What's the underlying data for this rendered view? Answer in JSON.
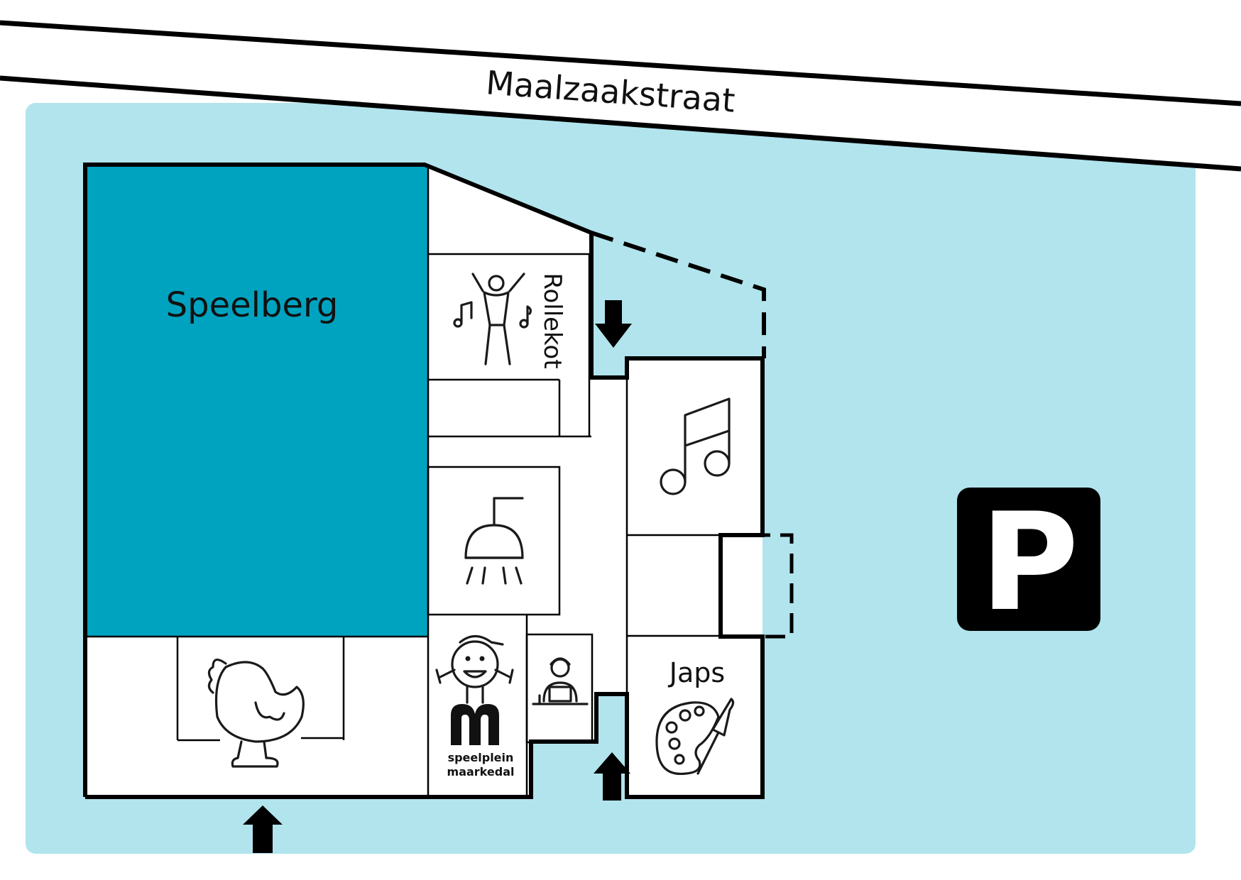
{
  "street": {
    "label": "Maalzaakstraat"
  },
  "rooms": {
    "speelberg": {
      "label": "Speelberg",
      "fill": "#00a3bf"
    },
    "rollekot": {
      "label": "Rollekot"
    },
    "japs": {
      "label": "Japs"
    }
  },
  "logo": {
    "line1": "speelplein",
    "line2": "maarkedal"
  },
  "parking": {
    "label": "P"
  },
  "colors": {
    "grounds": "#b2e4ed",
    "building": "#ffffff",
    "walls": "#000000",
    "parking_bg": "#000000",
    "parking_fg": "#ffffff"
  },
  "icons": [
    "dancing-person-icon",
    "music-note-icon",
    "shower-icon",
    "chicken-icon",
    "mascot-icon",
    "person-at-laptop-icon",
    "palette-icon",
    "entrance-arrow-icon"
  ]
}
